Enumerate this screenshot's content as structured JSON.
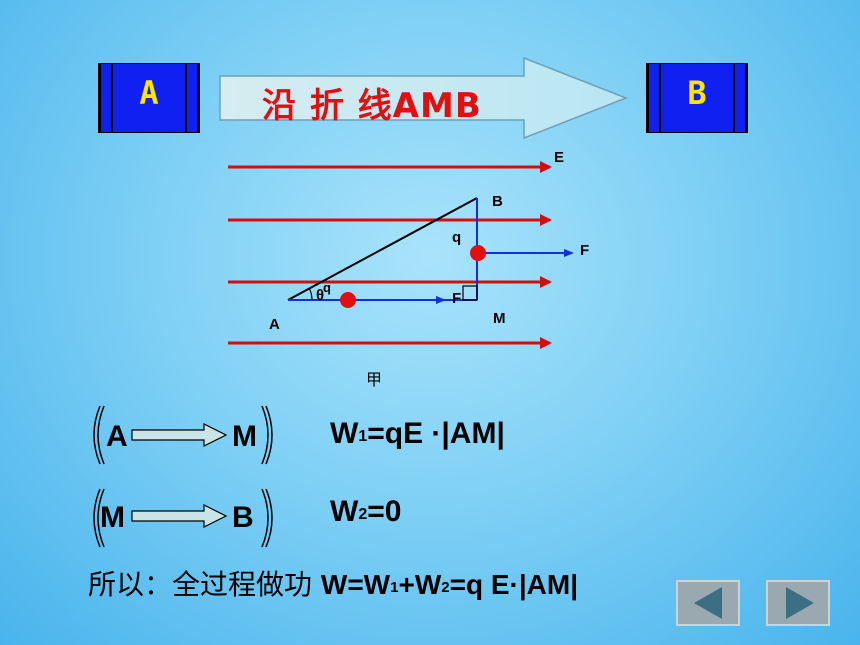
{
  "header": {
    "start_label": "A",
    "end_label": "B",
    "path_title": "沿 折 线AMB"
  },
  "diagram": {
    "field_label": "E",
    "point_a": "A",
    "point_b": "B",
    "point_m": "M",
    "charge_upper": "q",
    "charge_lower": "q",
    "force_upper": "F",
    "force_lower": "F",
    "angle": "θ",
    "caption": "甲"
  },
  "segments": [
    {
      "from": "A",
      "to": "M",
      "work_lhs": "W",
      "work_sub": "1",
      "work_rhs": "=qE ·|AM|"
    },
    {
      "from": "M",
      "to": "B",
      "work_lhs": "W",
      "work_sub": "2",
      "work_rhs": "=0"
    }
  ],
  "conclusion": {
    "prefix": "所以：全过程做功 ",
    "w": "W=W",
    "sub1": "1",
    "plus": "+W",
    "sub2": "2",
    "rest": "=q E·|AM|"
  },
  "nav": {
    "prev": "previous-icon",
    "next": "next-icon"
  },
  "colors": {
    "box_fill": "#1020f0",
    "box_text": "#ffe600",
    "title_red": "#e01010",
    "field_line": "#d01010",
    "force_blue": "#1030e0"
  }
}
